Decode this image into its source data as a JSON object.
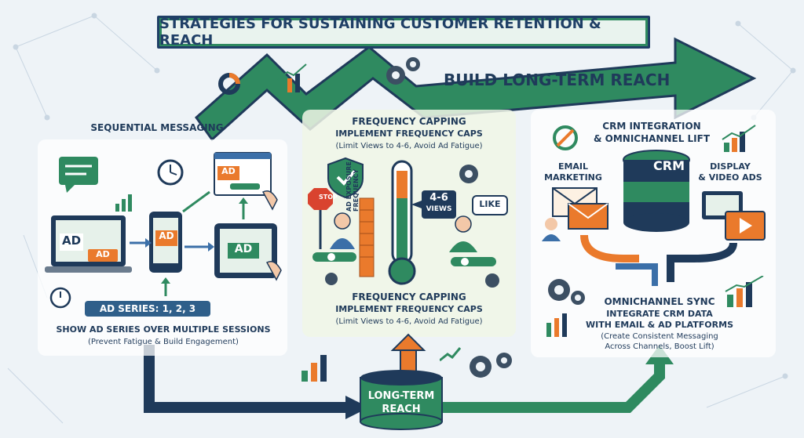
{
  "title": "STRATEGIES FOR SUSTAINING CUSTOMER RETENTION & REACH",
  "arrow_label": "BUILD LONG-TERM REACH",
  "sequential": {
    "title": "SEQUENTIAL MESSAGING",
    "ad": "AD",
    "ad_series": "AD SERIES: 1, 2, 3",
    "caption": "SHOW AD SERIES OVER MULTIPLE SESSIONS",
    "subcaption": "(Prevent Fatigue & Build Engagement)"
  },
  "frequency": {
    "title": "FREQUENCY CAPPING",
    "subtitle": "IMPLEMENT FREQUENCY CAPS",
    "note": "(Limit Views to 4-6, Avoid Ad Fatigue)",
    "stop": "STOP",
    "axis": "AD EXPOSURE FREQUENCY",
    "views_range": "4-6",
    "views_word": "VIEWS",
    "like": "LIKE",
    "bottom_title": "FREQUENCY CAPPING",
    "bottom_subtitle": "IMPLEMENT FREQUENCY CAPS",
    "bottom_note": "(Limit Views to 4-6, Avoid Ad Fatigue)"
  },
  "crm": {
    "title_line1": "CRM INTEGRATION",
    "title_line2": "& OMNICHANNEL LIFT",
    "email_line1": "EMAIL",
    "email_line2": "MARKETING",
    "db": "CRM",
    "display_line1": "DISPLAY",
    "display_line2": "& VIDEO ADS",
    "sync_title": "OMNICHANNEL SYNC",
    "sync_line1": "INTEGRATE CRM DATA",
    "sync_line2": "WITH EMAIL & AD PLATFORMS",
    "sync_note1": "(Create Consistent Messaging",
    "sync_note2": "Across Channels, Boost Lift)"
  },
  "reach": {
    "line1": "LONG-TERM",
    "line2": "REACH"
  },
  "colors": {
    "navy": "#1f3a5a",
    "green": "#2f8a60",
    "orange": "#ea7a2c",
    "blue": "#3b6fa8"
  }
}
